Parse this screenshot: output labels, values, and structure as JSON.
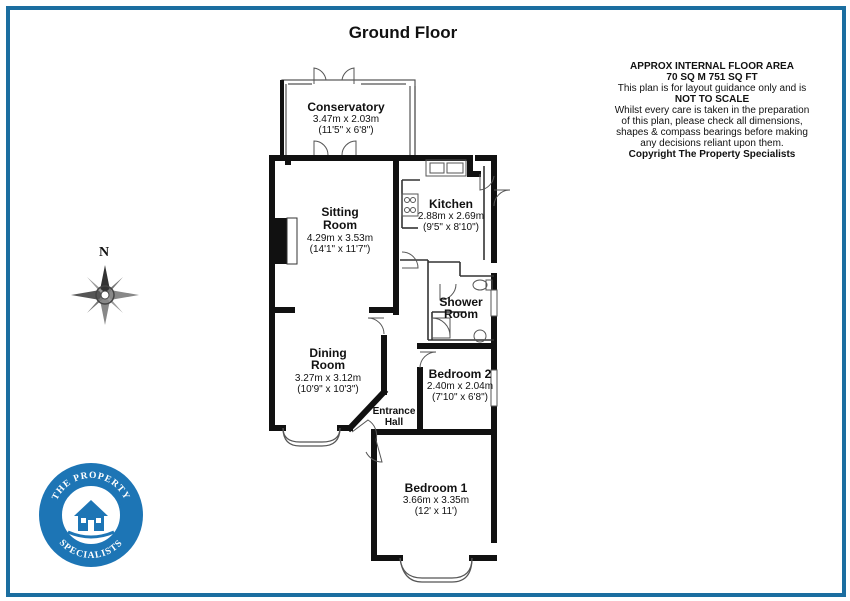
{
  "title": "Ground Floor",
  "notes": {
    "area_heading": "APPROX INTERNAL FLOOR AREA",
    "area_value": "70 SQ M 751 SQ FT",
    "line1": "This plan is for layout guidance only and is",
    "not_to_scale": "NOT TO SCALE",
    "line2": "Whilst every care is taken in the preparation",
    "line3": "of this plan, please check all dimensions,",
    "line4": "shapes & compass bearings before making",
    "line5": "any decisions reliant upon them.",
    "copyright": "Copyright The Property Specialists"
  },
  "compass": {
    "north_label": "N"
  },
  "rooms": {
    "conservatory": {
      "name": "Conservatory",
      "metric": "3.47m x 2.03m",
      "imperial": "(11'5\" x 6'8\")"
    },
    "sitting_room": {
      "name_line1": "Sitting",
      "name_line2": "Room",
      "metric": "4.29m x 3.53m",
      "imperial": "(14'1\" x 11'7\")"
    },
    "kitchen": {
      "name": "Kitchen",
      "metric": "2.88m x 2.69m",
      "imperial": "(9'5\" x 8'10\")"
    },
    "shower_room": {
      "name_line1": "Shower",
      "name_line2": "Room"
    },
    "dining_room": {
      "name_line1": "Dining",
      "name_line2": "Room",
      "metric": "3.27m x 3.12m",
      "imperial": "(10'9\" x 10'3\")"
    },
    "bedroom2": {
      "name": "Bedroom 2",
      "metric": "2.40m x 2.04m",
      "imperial": "(7'10\" x 6'8\")"
    },
    "entrance_hall": {
      "name_line1": "Entrance",
      "name_line2": "Hall"
    },
    "bedroom1": {
      "name": "Bedroom 1",
      "metric": "3.66m x 3.35m",
      "imperial": "(12' x 11')"
    }
  },
  "logo": {
    "top_text": "THE PROPERTY",
    "bottom_text": "SPECIALISTS"
  },
  "colors": {
    "frame": "#1b6ea0",
    "logo_blue": "#1d75b5",
    "wall": "#111111"
  }
}
